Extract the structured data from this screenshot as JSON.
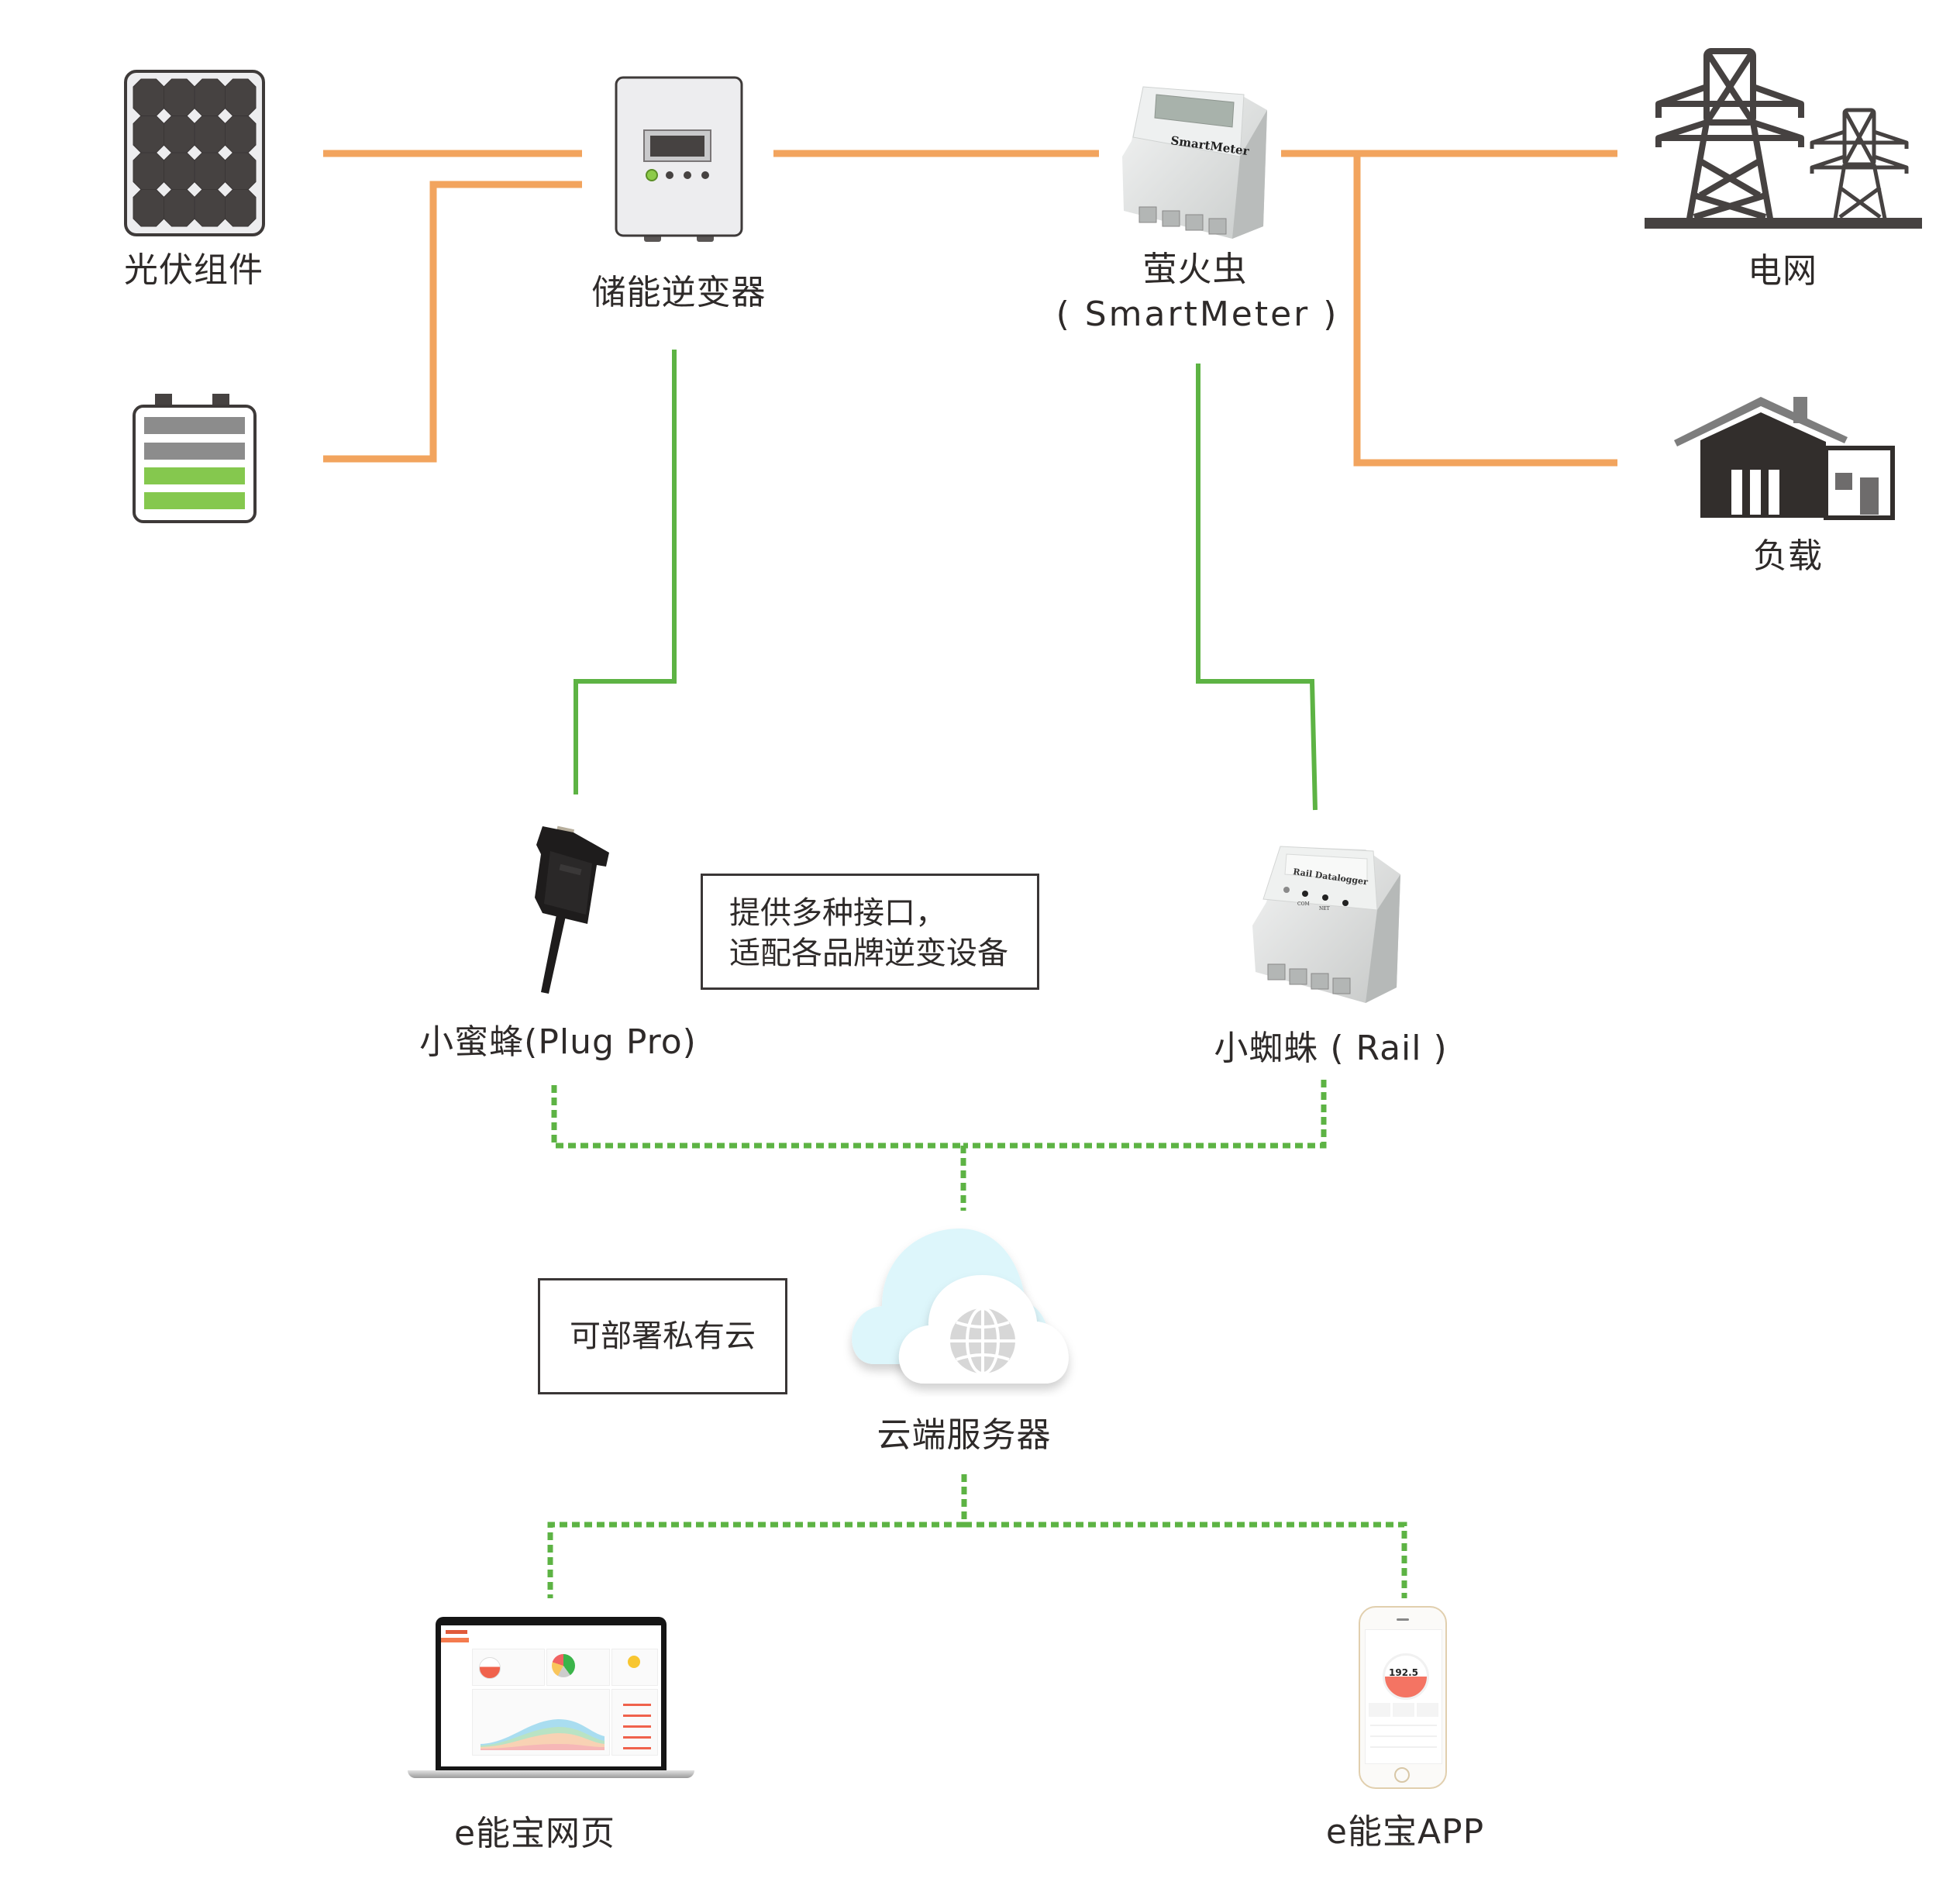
{
  "diagram": {
    "type": "system-architecture",
    "colors": {
      "power_line": "#F2A45E",
      "data_line": "#5DB344",
      "device_dark": "#464241",
      "battery_full": "#85C84E",
      "battery_empty": "#8C8C8C",
      "text": "#2E2A29",
      "cloud_back": "#DDF6FB"
    },
    "nodes": {
      "pv": {
        "label": "光伏组件",
        "icon": "solar-panel-icon"
      },
      "battery": {
        "label": "",
        "icon": "battery-icon",
        "charge_levels_filled": 2,
        "charge_levels_total": 4
      },
      "inverter": {
        "label": "储能逆变器",
        "icon": "inverter-icon"
      },
      "meter": {
        "label": "萤火虫",
        "sublabel": "( SmartMeter )",
        "device_text": "SmartMeter",
        "icon": "smart-meter-icon"
      },
      "grid": {
        "label": "电网",
        "icon": "power-tower-icon"
      },
      "load": {
        "label": "负载",
        "icon": "house-icon"
      },
      "plug": {
        "label": "小蜜蜂(Plug Pro)",
        "icon": "plug-dongle-icon"
      },
      "rail": {
        "label": "小蜘蛛 ( Rail )",
        "device_text": "Rail Datalogger",
        "port_labels": [
          "COM",
          "NET"
        ],
        "icon": "rail-datalogger-icon"
      },
      "cloud": {
        "label": "云端服务器",
        "icon": "cloud-globe-icon"
      },
      "web": {
        "label": "e能宝网页",
        "icon": "laptop-icon"
      },
      "app": {
        "label": "e能宝APP",
        "icon": "smartphone-icon",
        "screen_value": "192.5"
      }
    },
    "notes": {
      "interfaces": [
        "提供多种接口，",
        "适配各品牌逆变设备"
      ],
      "private_cloud": "可部署私有云"
    },
    "edges": [
      {
        "from": "pv",
        "to": "inverter",
        "kind": "power"
      },
      {
        "from": "battery",
        "to": "inverter",
        "kind": "power"
      },
      {
        "from": "inverter",
        "to": "meter",
        "kind": "power"
      },
      {
        "from": "meter",
        "to": "grid",
        "kind": "power"
      },
      {
        "from": "meter",
        "to": "load",
        "kind": "power"
      },
      {
        "from": "inverter",
        "to": "plug",
        "kind": "data-wired"
      },
      {
        "from": "meter",
        "to": "rail",
        "kind": "data-wired"
      },
      {
        "from": "plug",
        "to": "cloud",
        "kind": "data-wireless"
      },
      {
        "from": "rail",
        "to": "cloud",
        "kind": "data-wireless"
      },
      {
        "from": "cloud",
        "to": "web",
        "kind": "data-wireless"
      },
      {
        "from": "cloud",
        "to": "app",
        "kind": "data-wireless"
      }
    ]
  }
}
